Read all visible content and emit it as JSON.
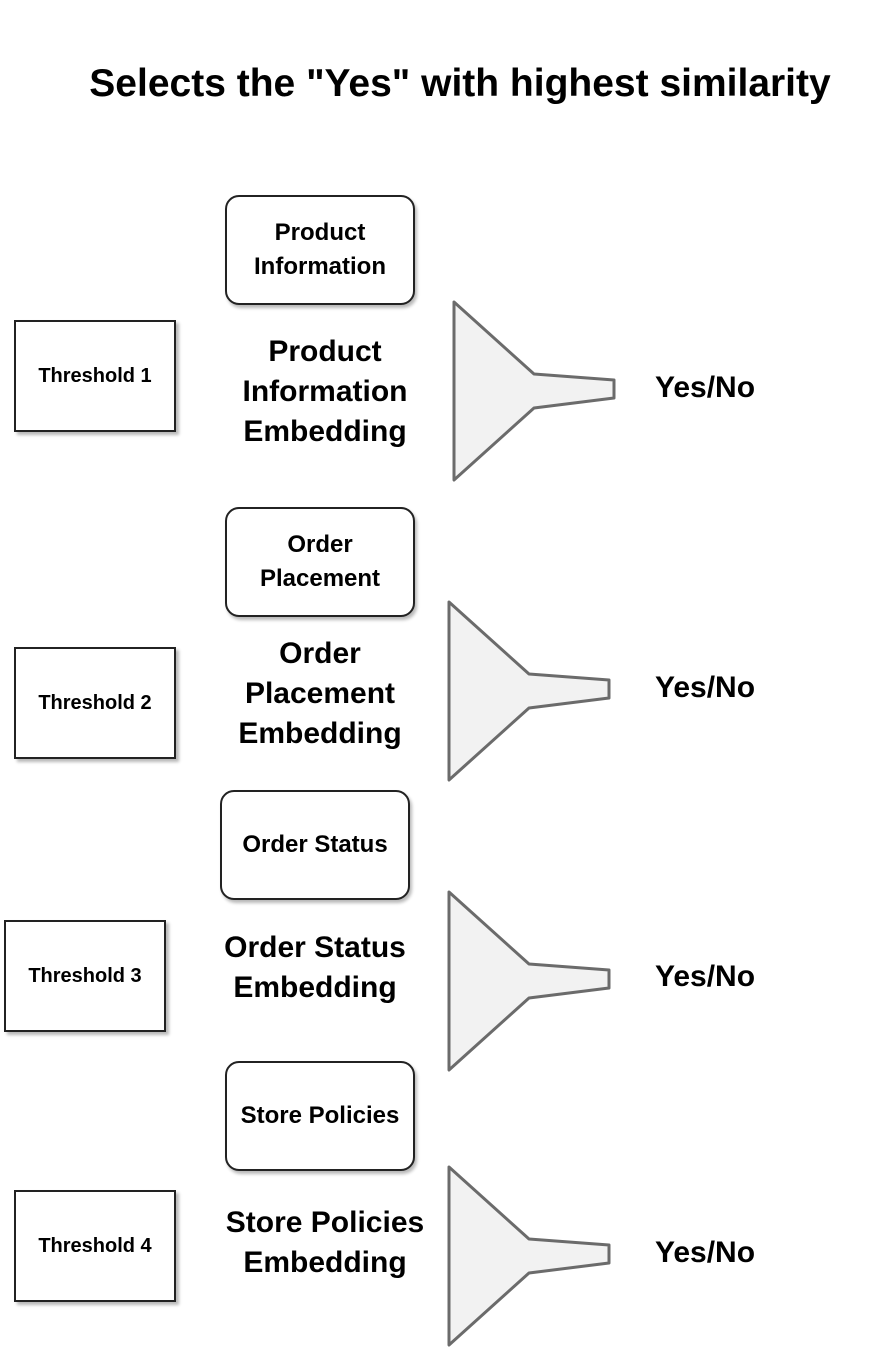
{
  "title": "Selects the \"Yes\" with highest similarity",
  "colors": {
    "funnel_fill": "#f2f2f2",
    "funnel_stroke": "#6b6b6b",
    "box_border": "#222222",
    "text": "#000000"
  },
  "groups": [
    {
      "threshold": "Threshold 1",
      "category": "Product Information",
      "embedding": "Product Information Embedding",
      "output": "Yes/No"
    },
    {
      "threshold": "Threshold 2",
      "category": "Order Placement",
      "embedding": "Order Placement Embedding",
      "output": "Yes/No"
    },
    {
      "threshold": "Threshold 3",
      "category": "Order Status",
      "embedding": "Order Status Embedding",
      "output": "Yes/No"
    },
    {
      "threshold": "Threshold 4",
      "category": "Store Policies",
      "embedding": "Store Policies Embedding",
      "output": "Yes/No"
    }
  ]
}
